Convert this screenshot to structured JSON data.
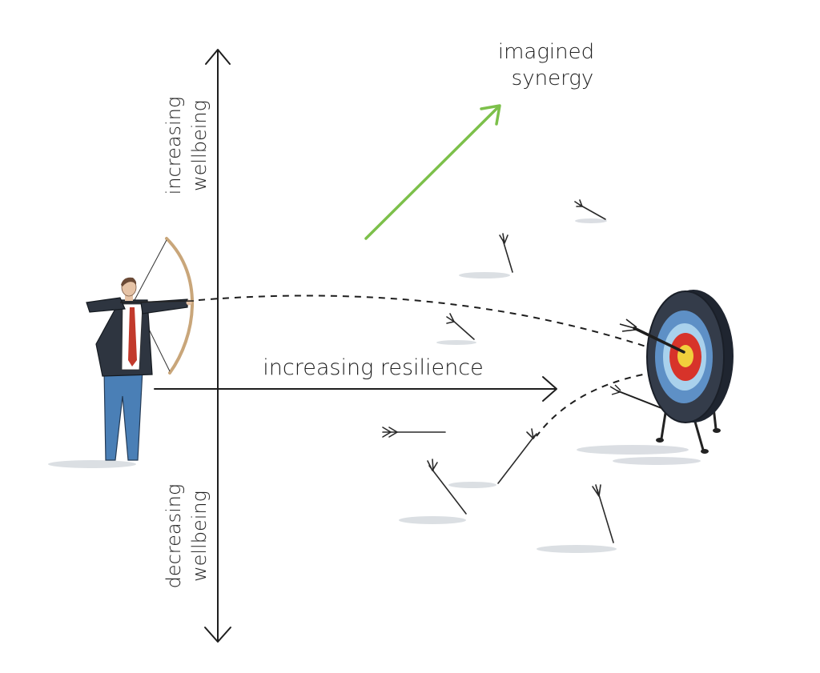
{
  "labels": {
    "up_line1": "increasing",
    "up_line2": "wellbeing",
    "down_line1": "decreasing",
    "down_line2": "wellbeing",
    "x_axis": "increasing resilience",
    "synergy_line1": "imagined",
    "synergy_line2": "synergy"
  },
  "colors": {
    "axis": "#1e1e1e",
    "synergy_arrow": "#7cc04a",
    "suit": "#2e3540",
    "trousers": "#4a7fb6",
    "tie": "#c23a2c",
    "bow": "#c9a67a",
    "target_outer": "#343c4a",
    "target_ring2": "#5e90c6",
    "target_ring3": "#a9d1ec",
    "target_ring4": "#d7332a",
    "target_bull": "#f1cf3c",
    "shadow": "#cfd4da"
  }
}
